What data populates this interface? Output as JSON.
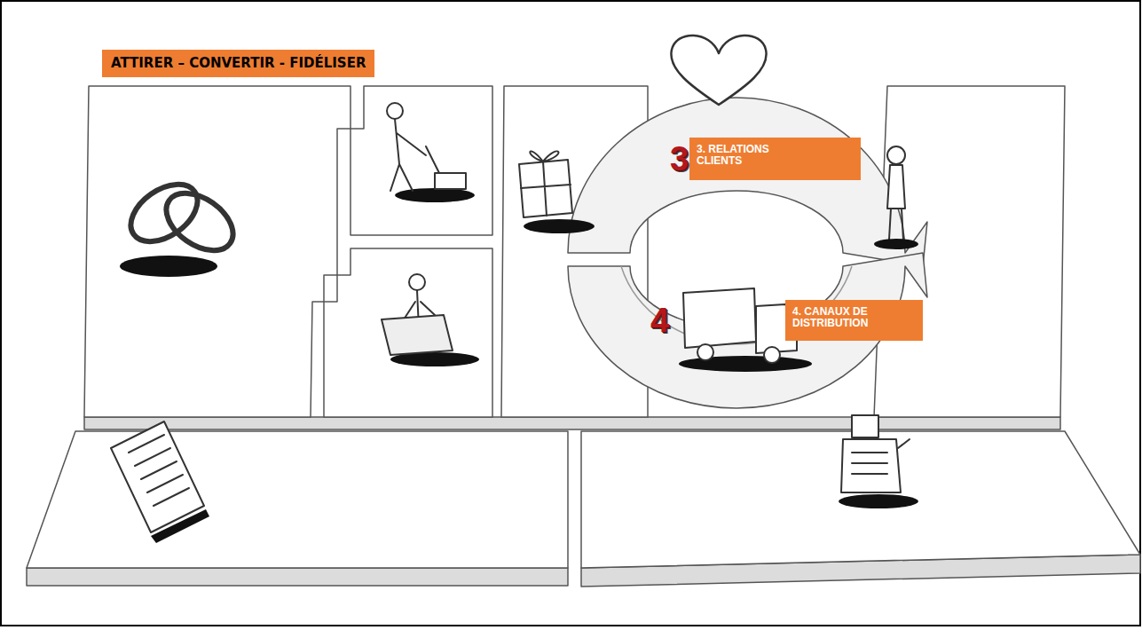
{
  "diagram": {
    "title": "ATTIRER – CONVERTIR - FIDÉLISER",
    "nodes": [
      {
        "text": [
          "3. RELATIONS CLIENTS"
        ]
      },
      {
        "text": [
          "4. CANAUX DE DISTRIBUTION"
        ]
      }
    ],
    "labels": [
      "3",
      "4"
    ]
  }
}
